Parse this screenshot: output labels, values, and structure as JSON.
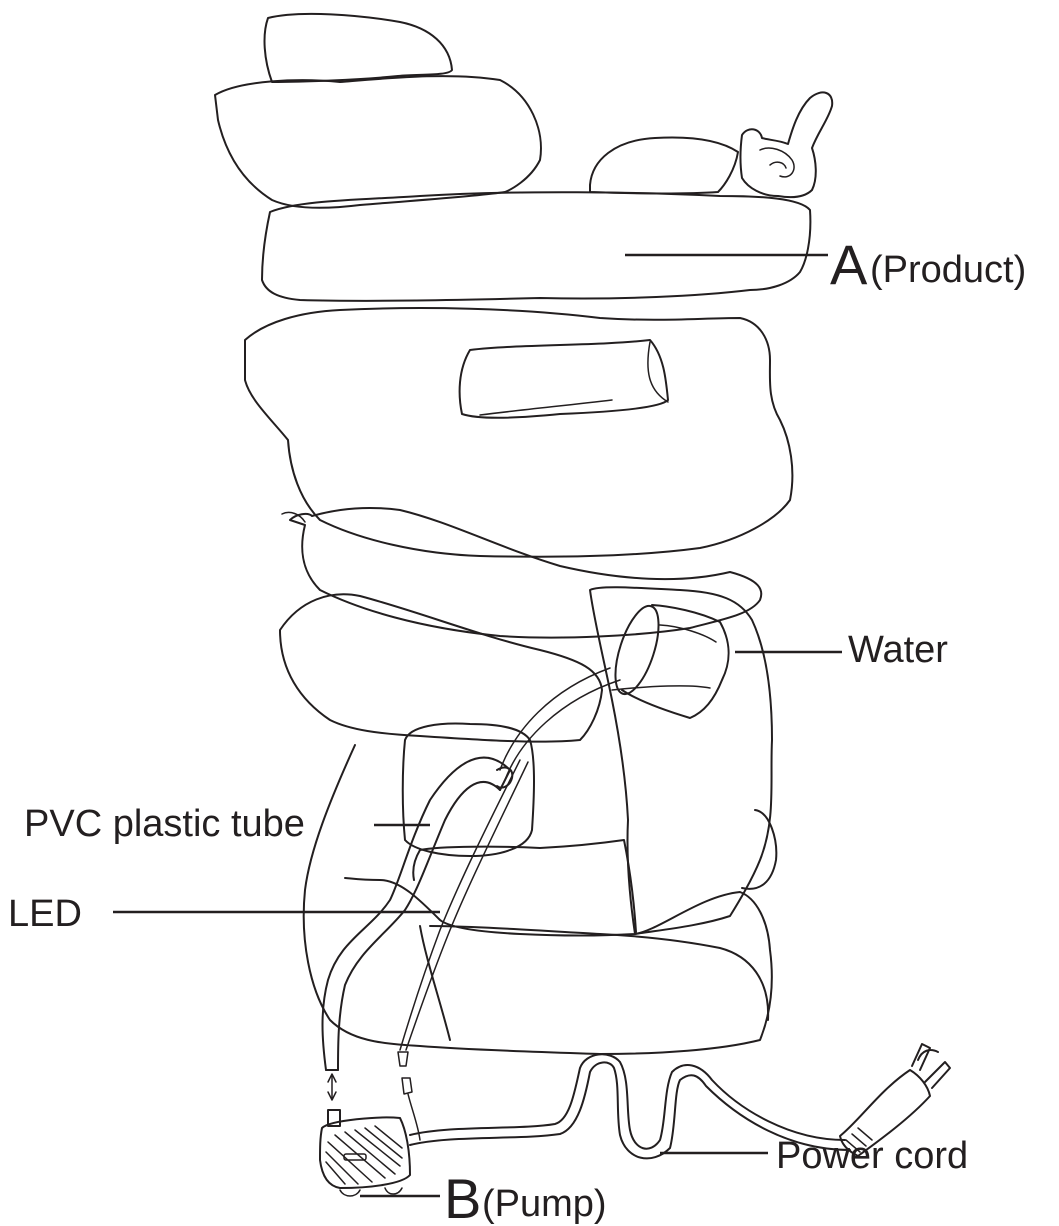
{
  "labels": {
    "product_letter": "A",
    "product_name": "(Product)",
    "water": "Water",
    "tube": "PVC plastic tube",
    "led": "LED",
    "power_cord": "Power cord",
    "pump_letter": "B",
    "pump_name": "(Pump)"
  }
}
